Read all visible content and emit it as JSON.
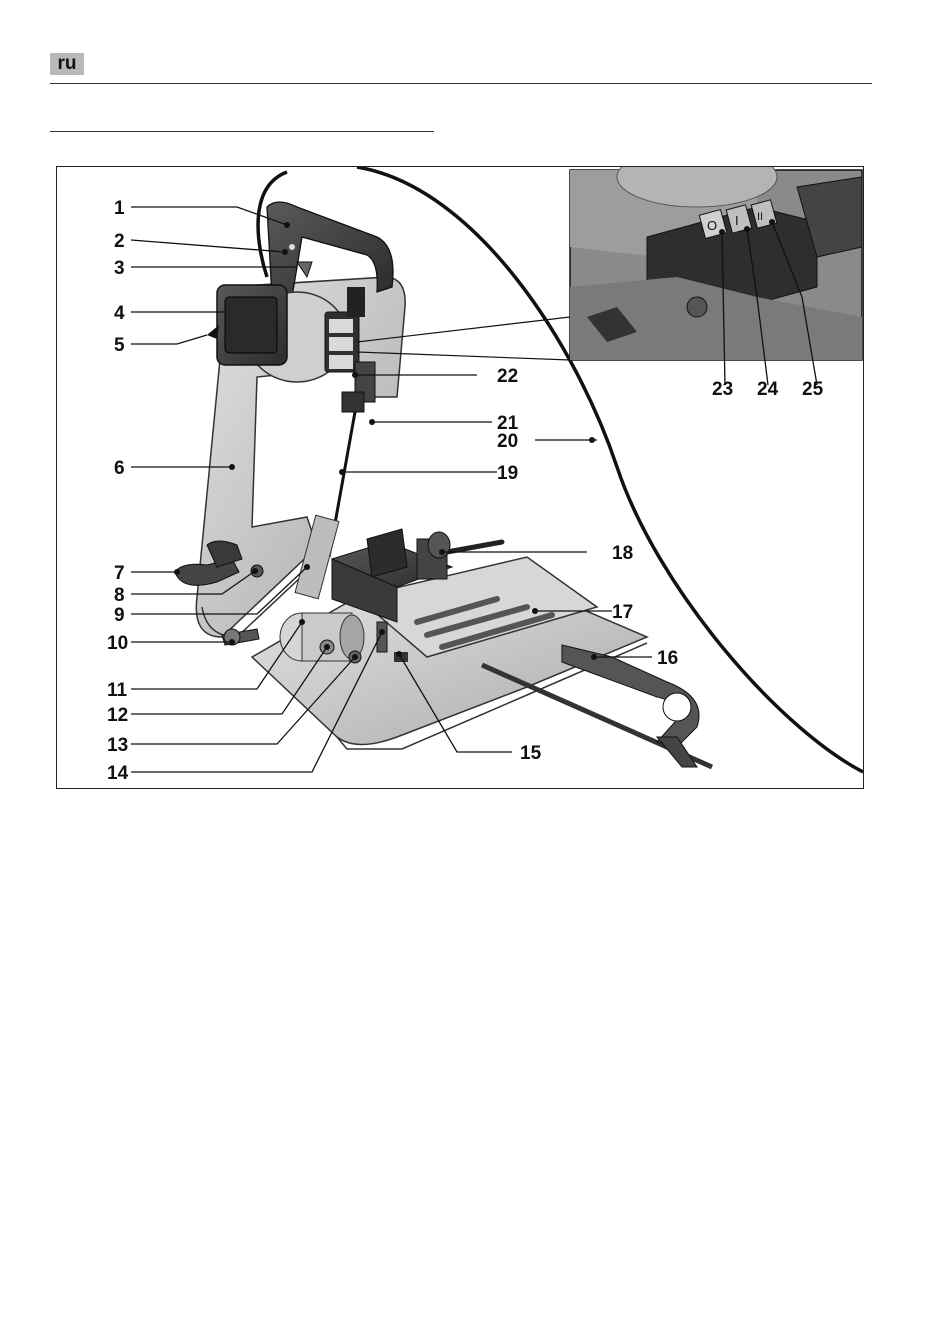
{
  "header": {
    "language_code": "ru"
  },
  "figure": {
    "callouts": [
      "1",
      "2",
      "3",
      "4",
      "5",
      "6",
      "7",
      "8",
      "9",
      "10",
      "11",
      "12",
      "13",
      "14",
      "15",
      "16",
      "17",
      "18",
      "19",
      "20",
      "21",
      "22",
      "23",
      "24",
      "25"
    ],
    "inset_switch_symbols": [
      "O",
      "I",
      "II"
    ]
  }
}
